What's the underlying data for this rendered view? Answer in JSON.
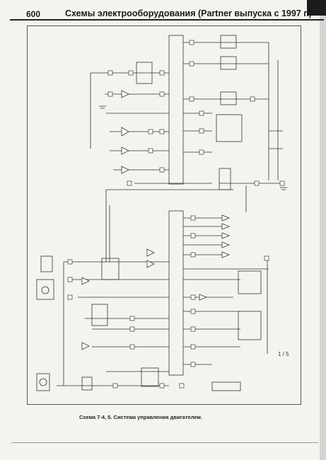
{
  "header": {
    "page_number": "600",
    "title": "Схемы электрооборудования (Partner выпуска с 1997 г.)"
  },
  "figure": {
    "caption": "Схема 7-4, 5. Система управления двигателем.",
    "sheet_ref": "1 / 5"
  },
  "colors": {
    "ink": "#2a2a2a",
    "paper": "#f4f3ef",
    "header_bar": "#1c1c1c"
  }
}
